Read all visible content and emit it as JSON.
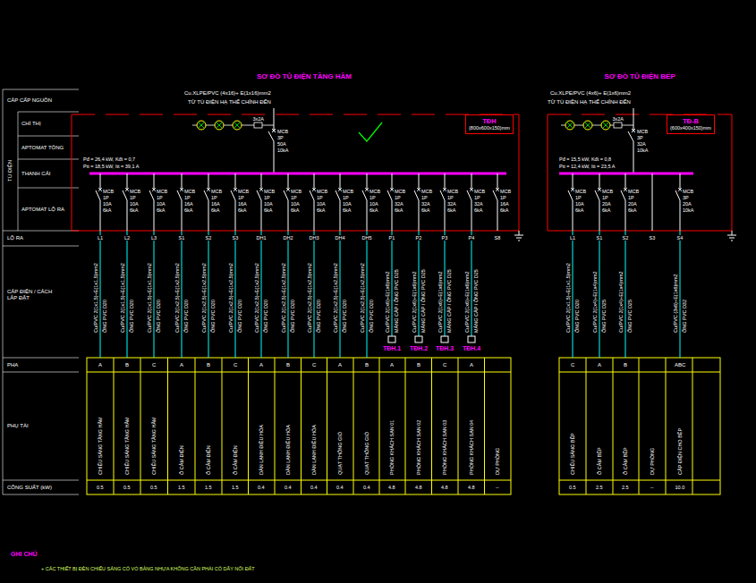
{
  "diagram": {
    "nodes": [
      {
        "text": [
          "TĐH",
          "(800x600x150)mm"
        ]
      },
      {
        "text": [
          "TĐ-B",
          "(600x400x150)mm"
        ]
      }
    ],
    "labels": [
      "SƠ ĐỒ TỦ ĐIỆN TẦNG HẦM",
      "SƠ ĐỒ TỦ ĐIỆN BẾP",
      "CÁP CẤP NGUỒN",
      "CHỈ THỊ",
      "APTOMAT TỔNG",
      "THANH CÁI",
      "APTOMAT LỘ RA",
      "TỦ ĐIỆN",
      "LỘ RA",
      "CÁP ĐIỆN / CÁCH LẮP ĐẶT",
      "PHA",
      "PHỤ TẢI",
      "CÔNG SUẤT (kW)",
      "Cu.XLPE/PVC (4x16)+ E(1x16)mm2",
      "TỪ TỦ ĐIỆN HẠ THẾ CHÍNH ĐẾN",
      "3x2A",
      "MCB 3P 50A 10kA",
      "Pđ = 26,4 kW, Kđt = 0,7",
      "Ptt = 18,5 kW, Itt = 39,1 A",
      "MCB 1P 10A 6kA",
      "L1",
      "Cu/PVC 2(1x1,5)+E(1x1,5)mm2",
      "ỐNG PVC D20",
      "A",
      "CHIẾU SÁNG TẦNG HẦM",
      "0.5",
      "MCB 1P 10A 6kA",
      "L2",
      "Cu/PVC 2(1x1,5)+E(1x1,5)mm2",
      "ỐNG PVC D20",
      "B",
      "CHIẾU SÁNG TẦNG HẦM",
      "0.5",
      "MCB 1P 10A 6kA",
      "L3",
      "Cu/PVC 2(1x1,5)+E(1x1,5)mm2",
      "ỐNG PVC D20",
      "C",
      "CHIẾU SÁNG TẦNG HẦM",
      "0.5",
      "MCB 1P 16A 6kA",
      "S1",
      "Cu/PVC 2(1x2,5)+E(1x2,5)mm2",
      "ỐNG PVC D20",
      "A",
      "Ổ CẮM ĐIỆN",
      "1.5",
      "MCB 1P 16A 6kA",
      "S2",
      "Cu/PVC 2(1x2,5)+E(1x2,5)mm2",
      "ỐNG PVC D20",
      "B",
      "Ổ CẮM ĐIỆN",
      "1.5",
      "MCB 1P 16A 6kA",
      "S3",
      "Cu/PVC 2(1x2,5)+E(1x2,5)mm2",
      "ỐNG PVC D20",
      "C",
      "Ổ CẮM ĐIỆN",
      "1.5",
      "MCB 1P 10A 6kA",
      "DH1",
      "Cu/PVC 2(1x2,5)+E(1x2,5)mm2",
      "ỐNG PVC D20",
      "A",
      "DÀN LẠNH ĐIỀU HÒA",
      "0.4",
      "MCB 1P 10A 6kA",
      "DH2",
      "Cu/PVC 2(1x2,5)+E(1x2,5)mm2",
      "ỐNG PVC D20",
      "B",
      "DÀN LẠNH ĐIỀU HÒA",
      "0.4",
      "MCB 1P 10A 6kA",
      "DH3",
      "Cu/PVC 2(1x2,5)+E(1x2,5)mm2",
      "ỐNG PVC D20",
      "C",
      "DÀN LẠNH ĐIỀU HÒA",
      "0.4",
      "MCB 1P 10A 6kA",
      "DH4",
      "Cu/PVC 2(1x2,5)+E(1x2,5)mm2",
      "ỐNG PVC D20",
      "A",
      "QUẠT THÔNG GIÓ",
      "0.4",
      "MCB 1P 10A 6kA",
      "DH5",
      "Cu/PVC 2(1x2,5)+E(1x2,5)mm2",
      "ỐNG PVC D20",
      "B",
      "QUẠT THÔNG GIÓ",
      "0.4",
      "MCB 1P 32A 6kA",
      "P1",
      "Cu/PVC 2(1x6)+E(1x6)mm2",
      "MÁNG CÁP / ỐNG PVC D25",
      "A",
      "PHÒNG KHÁCH SẠN 01",
      "4.8",
      "MCB 1P 32A 6kA",
      "P2",
      "Cu/PVC 2(1x6)+E(1x6)mm2",
      "MÁNG CÁP / ỐNG PVC D25",
      "B",
      "PHÒNG KHÁCH SẠN 02",
      "4.8",
      "MCB 1P 32A 6kA",
      "P3",
      "Cu/PVC 2(1x6)+E(1x6)mm2",
      "MÁNG CÁP / ỐNG PVC D25",
      "C",
      "PHÒNG KHÁCH SẠN 03",
      "4.8",
      "MCB 1P 32A 6kA",
      "P4",
      "Cu/PVC 2(1x6)+E(1x6)mm2",
      "MÁNG CÁP / ỐNG PVC D25",
      "A",
      "PHÒNG KHÁCH SẠN 04",
      "4.8",
      "MCB 1P 16A 6kA",
      "S8",
      "DỰ PHÒNG",
      "--",
      "TĐH.1",
      "TĐH.2",
      "TĐH.3",
      "TĐH.4",
      "Cu.XLPE/PVC (4x6)+ E(1x6)mm2",
      "TỪ TỦ ĐIỆN HẠ THẾ CHÍNH ĐẾN",
      "3x2A",
      "MCB 3P 32A 10kA",
      "Pđ = 15,5 kW, Kđt = 0,8",
      "Ptt = 12,4 kW, Itt = 23,5 A",
      "MCB 1P 10A 6kA",
      "L1",
      "Cu/PVC 2(1x1,5)+E(1x1,5)mm2",
      "ỐNG PVC D20",
      "C",
      "CHIẾU SÁNG BẾP",
      "0.5",
      "MCB 1P 20A 6kA",
      "S1",
      "Cu/PVC 2(1x4)+E(1x4)mm2",
      "ỐNG PVC D25",
      "A",
      "Ổ CẮM BẾP",
      "2.5",
      "MCB 1P 20A 6kA",
      "S2",
      "Cu/PVC 2(1x4)+E(1x4)mm2",
      "ỐNG PVC D25",
      "B",
      "Ổ CẮM BẾP",
      "2.5",
      "S3",
      "DỰ PHÒNG",
      "--",
      "MCB 3P 20A 10kA",
      "S4",
      "Cu/PVC (3x6)+E(1x6)mm2",
      "ỐNG PVC D32",
      "ABC",
      "CẤP ĐIỆN CHO BẾP",
      "10.0",
      "GHI CHÚ",
      "+ CÁC THIẾT BỊ ĐÈN CHIẾU SÁNG CÓ VỎ BẰNG NHỰA KHÔNG CẦN PHẢI CÓ DÂY NỐI ĐẤT"
    ]
  }
}
